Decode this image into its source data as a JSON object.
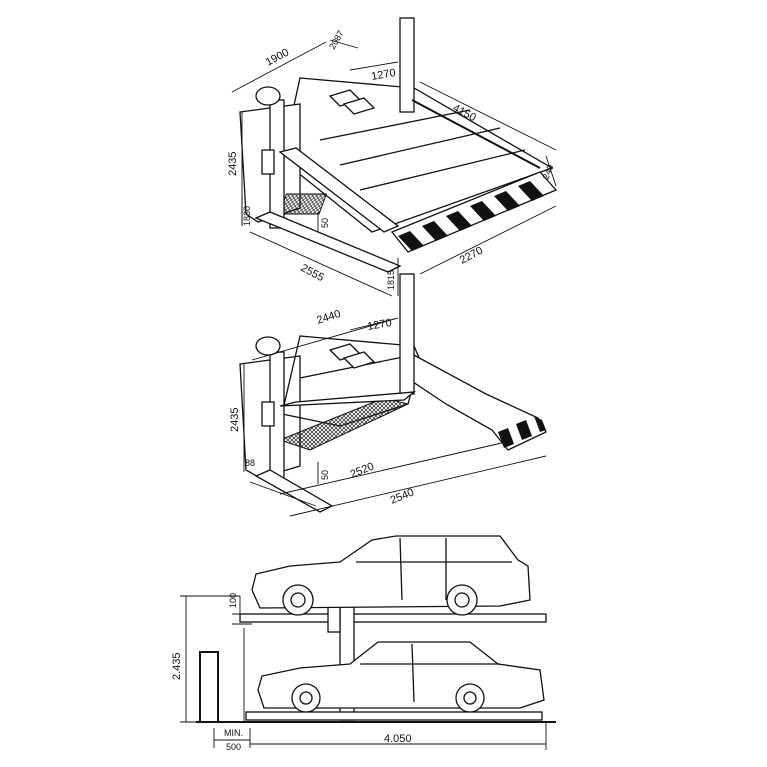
{
  "top_lift": {
    "dims": {
      "d1900": "1900",
      "d2087": "2087",
      "d1270": "1270",
      "d4150": "4150",
      "d2435": "2435",
      "d1830": "1830",
      "d50": "50",
      "d2555": "2555",
      "d1815": "1815",
      "d2270": "2270",
      "d240": "240"
    }
  },
  "middle_lift": {
    "dims": {
      "d2440": "2440",
      "d1270": "1270",
      "d2435": "2435",
      "d88": "88",
      "d50": "50",
      "d2520": "2520",
      "d2540": "2540"
    }
  },
  "side_view": {
    "dims": {
      "d100": "100",
      "d2435": "2.435",
      "min_label": "MIN.",
      "min_value": "500",
      "d4050": "4.050"
    }
  }
}
